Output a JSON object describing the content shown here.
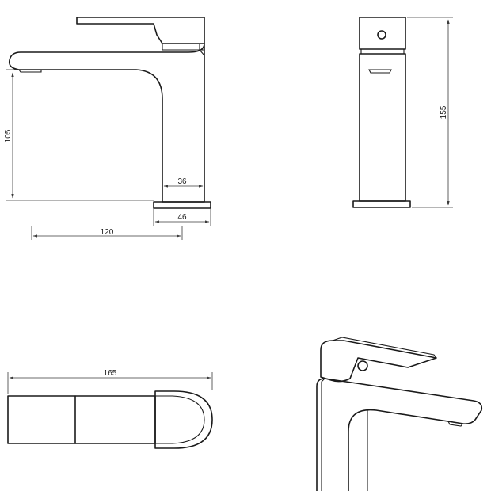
{
  "dimensions": {
    "height_spout": "105",
    "base_inner": "36",
    "base_outer": "46",
    "reach": "120",
    "total_height": "155",
    "top_length": "165"
  }
}
